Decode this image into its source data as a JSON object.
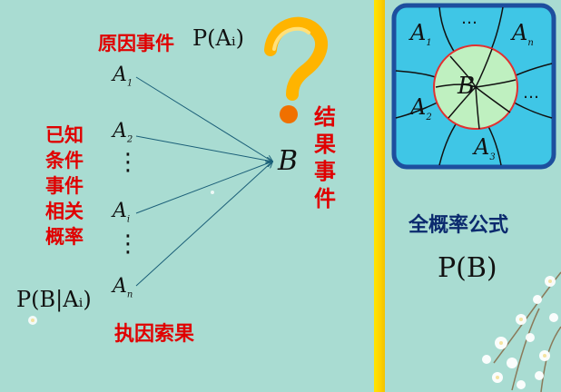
{
  "title": {
    "cause_events_label": "原因事件",
    "cause_prob": "P(Aᵢ)"
  },
  "left_label": {
    "line1": "已知",
    "line2": "条件",
    "line3": "事件",
    "line4": "相关",
    "line5": "概率",
    "conditional_prob": "P(B|Aᵢ)"
  },
  "events": {
    "a1": "A",
    "a1_sub": "1",
    "a2": "A",
    "a2_sub": "2",
    "ai": "A",
    "ai_sub": "i",
    "an": "A",
    "an_sub": "n",
    "dots1": "⋮",
    "dots2": "⋮"
  },
  "target": {
    "b": "B",
    "result_l1": "结",
    "result_l2": "果",
    "result_l3": "事",
    "result_l4": "件"
  },
  "bottom": {
    "cause_from_effect": "执因索果"
  },
  "right": {
    "formula_title": "全概率公式",
    "formula": "P(B)",
    "diagram": {
      "a1": "A",
      "a1_sub": "1",
      "a2": "A",
      "a2_sub": "2",
      "a3": "A",
      "a3_sub": "3",
      "an": "A",
      "an_sub": "n",
      "b": "B",
      "dots_top": "…",
      "dots_right": "…"
    }
  },
  "colors": {
    "background": "#a9dcd2",
    "divider": "#ffd400",
    "red_text": "#e00000",
    "navy_text": "#0b2a6e",
    "question_mark": "#ffb400",
    "diagram_border": "#1d4f9e",
    "diagram_fill": "#3fc6e6",
    "circle_fill": "#bff0c0",
    "circle_stroke": "#e23030"
  }
}
